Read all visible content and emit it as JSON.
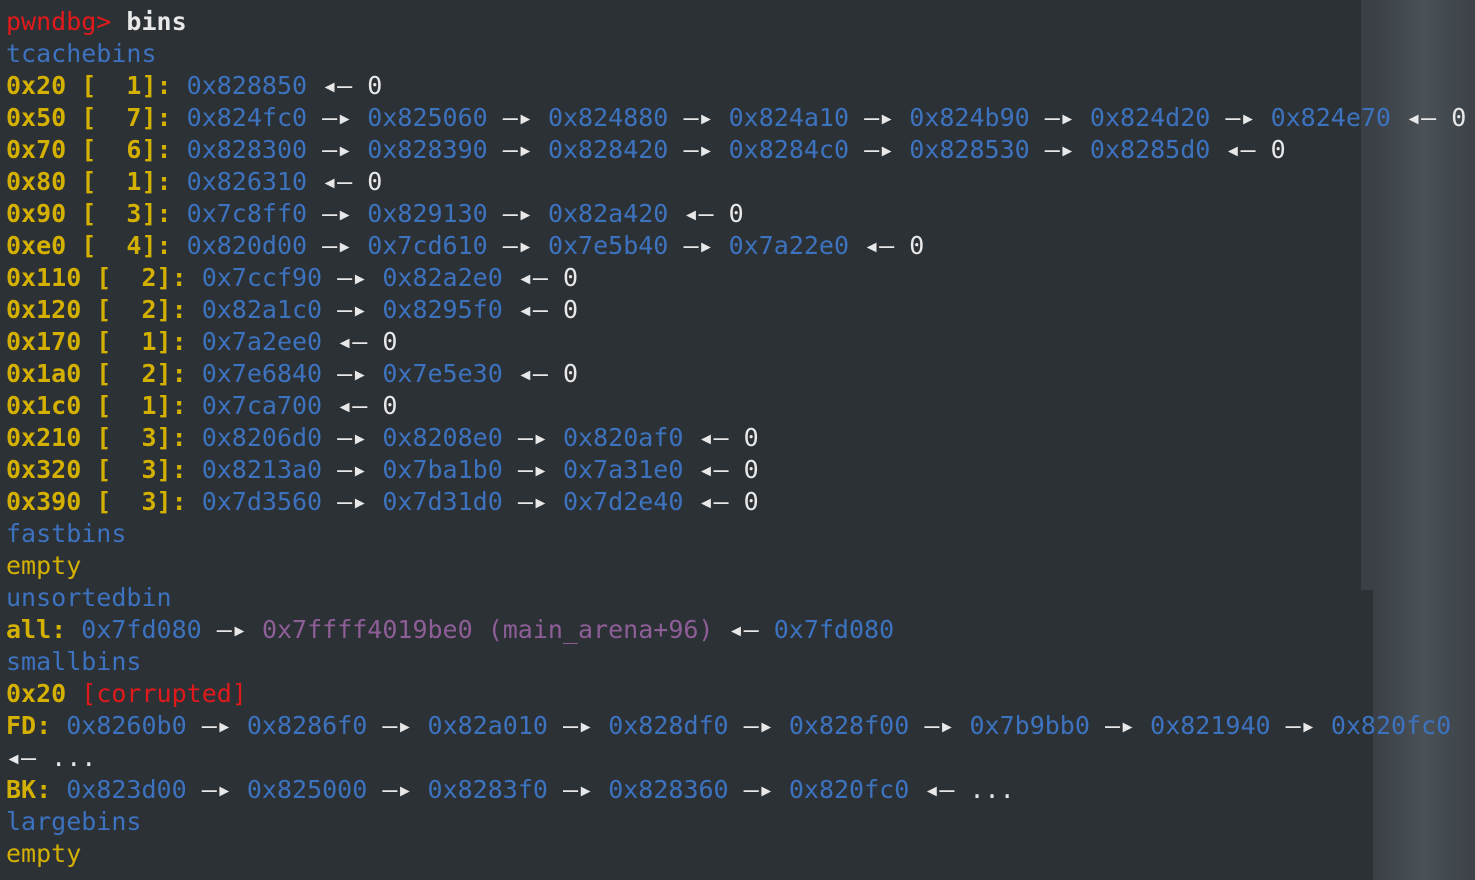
{
  "prompt": "pwndbg>",
  "command": " bins",
  "headers": {
    "tcache": "tcachebins",
    "fast": "fastbins",
    "unsorted": "unsortedbin",
    "small": "smallbins",
    "large": "largebins"
  },
  "empty_label": "empty",
  "arrow": "—▸",
  "back_arrow": "◂—",
  "tcachebins": [
    {
      "size": "0x20 [  1]:",
      "addrs": [
        "0x828850"
      ],
      "end": "0"
    },
    {
      "size": "0x50 [  7]:",
      "addrs": [
        "0x824fc0",
        "0x825060",
        "0x824880",
        "0x824a10",
        "0x824b90",
        "0x824d20",
        "0x824e70"
      ],
      "end": "0"
    },
    {
      "size": "0x70 [  6]:",
      "addrs": [
        "0x828300",
        "0x828390",
        "0x828420",
        "0x8284c0",
        "0x828530",
        "0x8285d0"
      ],
      "end": "0"
    },
    {
      "size": "0x80 [  1]:",
      "addrs": [
        "0x826310"
      ],
      "end": "0"
    },
    {
      "size": "0x90 [  3]:",
      "addrs": [
        "0x7c8ff0",
        "0x829130",
        "0x82a420"
      ],
      "end": "0"
    },
    {
      "size": "0xe0 [  4]:",
      "addrs": [
        "0x820d00",
        "0x7cd610",
        "0x7e5b40",
        "0x7a22e0"
      ],
      "end": "0"
    },
    {
      "size": "0x110 [  2]:",
      "addrs": [
        "0x7ccf90",
        "0x82a2e0"
      ],
      "end": "0"
    },
    {
      "size": "0x120 [  2]:",
      "addrs": [
        "0x82a1c0",
        "0x8295f0"
      ],
      "end": "0"
    },
    {
      "size": "0x170 [  1]:",
      "addrs": [
        "0x7a2ee0"
      ],
      "end": "0"
    },
    {
      "size": "0x1a0 [  2]:",
      "addrs": [
        "0x7e6840",
        "0x7e5e30"
      ],
      "end": "0"
    },
    {
      "size": "0x1c0 [  1]:",
      "addrs": [
        "0x7ca700"
      ],
      "end": "0"
    },
    {
      "size": "0x210 [  3]:",
      "addrs": [
        "0x8206d0",
        "0x8208e0",
        "0x820af0"
      ],
      "end": "0"
    },
    {
      "size": "0x320 [  3]:",
      "addrs": [
        "0x8213a0",
        "0x7ba1b0",
        "0x7a31e0"
      ],
      "end": "0"
    },
    {
      "size": "0x390 [  3]:",
      "addrs": [
        "0x7d3560",
        "0x7d31d0",
        "0x7d2e40"
      ],
      "end": "0"
    }
  ],
  "unsorted": {
    "label": "all:",
    "first": "0x7fd080",
    "libc": "0x7ffff4019be0 (main_arena+96)",
    "last": "0x7fd080"
  },
  "smallbins": {
    "size": "0x20",
    "flag": "[corrupted]",
    "fd_label": "FD:",
    "fd": [
      "0x8260b0",
      "0x8286f0",
      "0x82a010",
      "0x828df0",
      "0x828f00",
      "0x7b9bb0",
      "0x821940",
      "0x820fc0"
    ],
    "bk_label": "BK:",
    "bk": [
      "0x823d00",
      "0x825000",
      "0x8283f0",
      "0x828360",
      "0x820fc0"
    ],
    "ellipsis": "..."
  }
}
